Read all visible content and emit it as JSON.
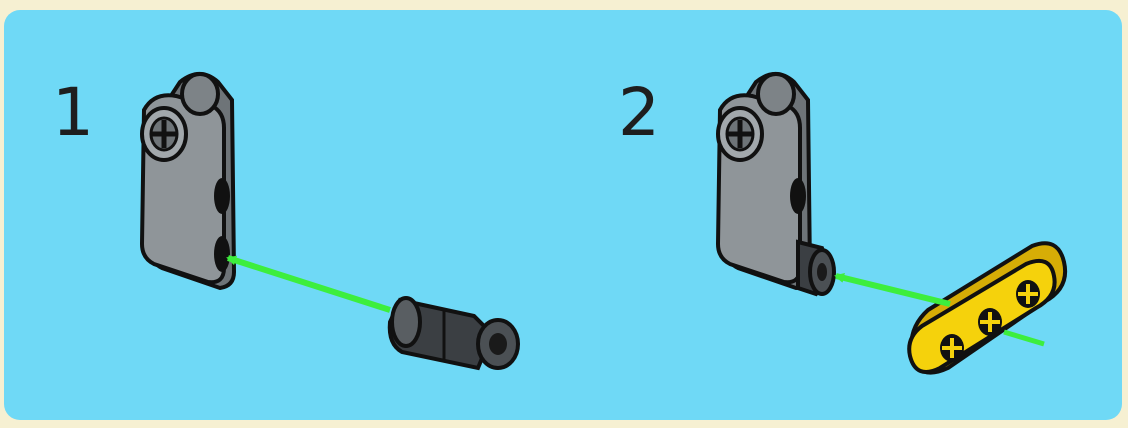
{
  "steps": [
    {
      "number": "1",
      "parts": [
        "gray-liftarm-connector",
        "black-friction-pin"
      ]
    },
    {
      "number": "2",
      "parts": [
        "gray-liftarm-connector",
        "black-friction-pin",
        "yellow-beam-3"
      ]
    }
  ],
  "colors": {
    "background": "#6fd9f6",
    "frame": "#f6f0d2",
    "gray_part": "#8f9599",
    "black_part": "#3b3f43",
    "yellow_part": "#f5d20c",
    "arrow": "#3dee3d",
    "outline": "#111111"
  },
  "icons": [
    "axle-hole-icon",
    "pin-hole-icon",
    "assembly-arrow-icon"
  ]
}
